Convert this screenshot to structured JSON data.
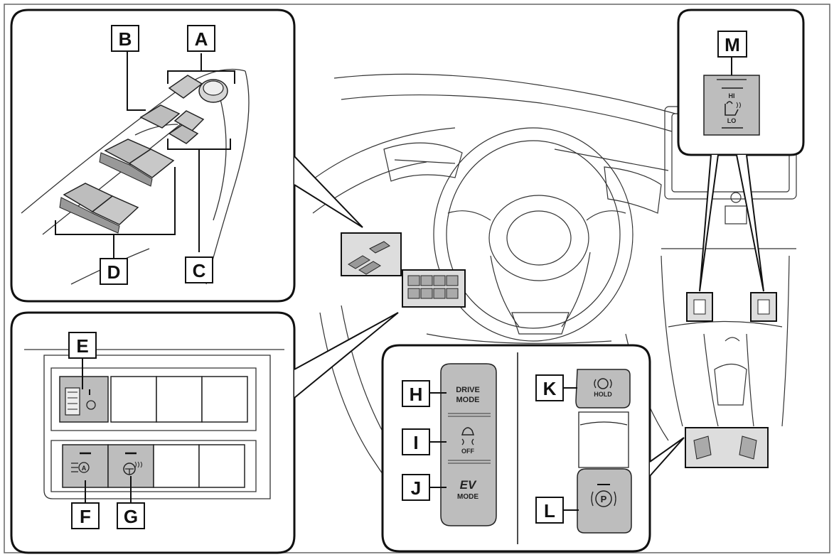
{
  "callouts": {
    "A": "A",
    "B": "B",
    "C": "C",
    "D": "D",
    "E": "E",
    "F": "F",
    "G": "G",
    "H": "H",
    "I": "I",
    "J": "J",
    "K": "K",
    "L": "L",
    "M": "M"
  },
  "buttons": {
    "drive_mode_l1": "DRIVE",
    "drive_mode_l2": "MODE",
    "trac_off": "OFF",
    "ev_l1": "EV",
    "ev_l2": "MODE",
    "hold": "HOLD",
    "seat_hi": "HI",
    "seat_lo": "LO"
  },
  "colors": {
    "line": "#222222",
    "button_fill": "#bdbdbd",
    "panel_fill": "#ffffff"
  }
}
